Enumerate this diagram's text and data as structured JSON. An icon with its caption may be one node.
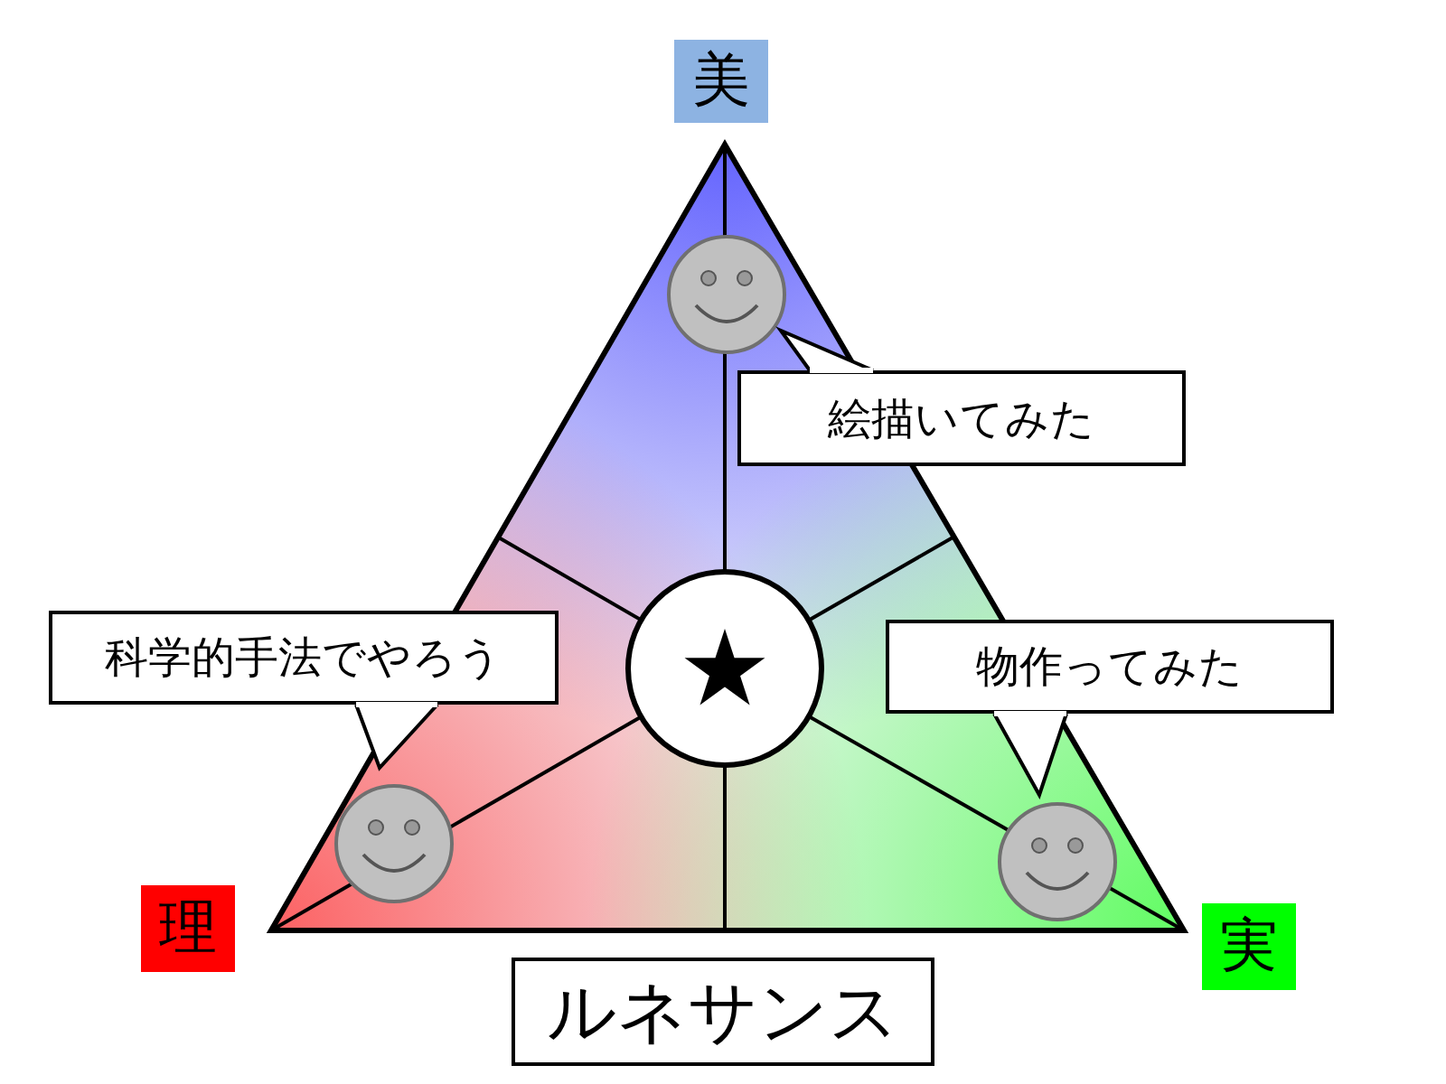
{
  "diagram": {
    "nodes": [
      {
        "text": [
          "美"
        ]
      },
      {
        "text": [
          "絵描いてみた"
        ]
      },
      {
        "text": [
          "科学的手法でやろう"
        ]
      },
      {
        "text": [
          "★"
        ]
      },
      {
        "text": [
          "物作ってみた"
        ]
      },
      {
        "text": [
          "理"
        ]
      },
      {
        "text": [
          "実"
        ]
      },
      {
        "text": [
          "ルネサンス"
        ]
      }
    ]
  }
}
